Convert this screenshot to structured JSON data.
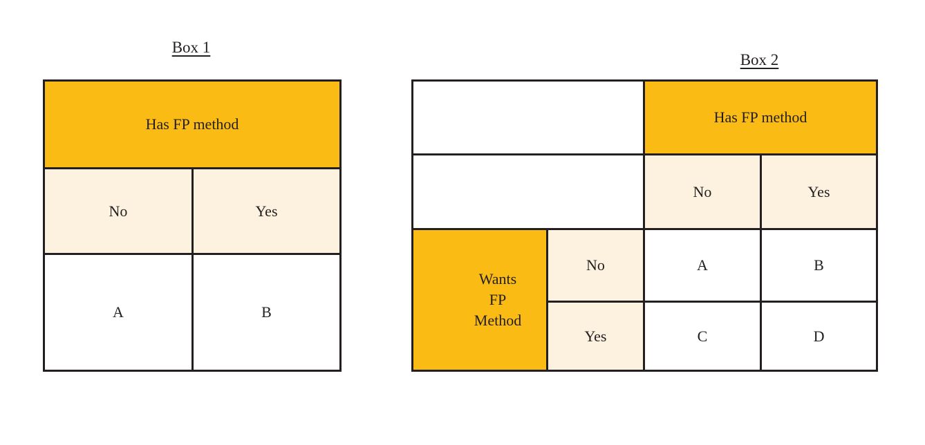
{
  "colors": {
    "orange": "#FABB15",
    "cream": "#FCF2DF",
    "border": "#231F20",
    "text": "#231F20",
    "background": "#FFFFFF"
  },
  "box1": {
    "title": "Box 1",
    "header": "Has FP method",
    "col_labels": [
      "No",
      "Yes"
    ],
    "cells": [
      "A",
      "B"
    ]
  },
  "box2": {
    "title": "Box 2",
    "col_header": "Has FP method",
    "col_labels": [
      "No",
      "Yes"
    ],
    "row_header": "Wants FP Method",
    "row_header_lines": [
      "Wants",
      "FP",
      "Method"
    ],
    "row_labels": [
      "No",
      "Yes"
    ],
    "cells": [
      [
        "A",
        "B"
      ],
      [
        "C",
        "D"
      ]
    ]
  }
}
